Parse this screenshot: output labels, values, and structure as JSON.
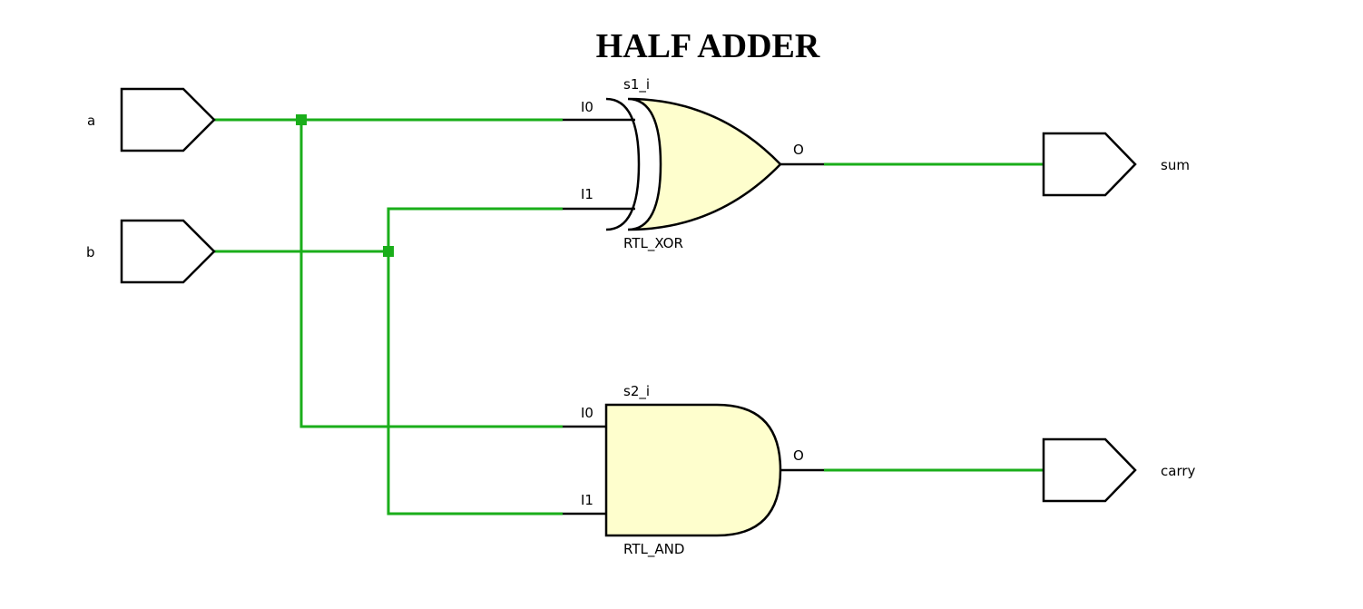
{
  "title": "HALF ADDER",
  "ports": {
    "a": "a",
    "b": "b",
    "sum": "sum",
    "carry": "carry"
  },
  "gates": {
    "xor": {
      "instance": "s1_i",
      "type": "RTL_XOR",
      "in0": "I0",
      "in1": "I1",
      "out": "O"
    },
    "and": {
      "instance": "s2_i",
      "type": "RTL_AND",
      "in0": "I0",
      "in1": "I1",
      "out": "O"
    }
  },
  "colors": {
    "wire": "#1aae1a",
    "gate_fill": "#fefecd",
    "stroke": "#000000"
  }
}
